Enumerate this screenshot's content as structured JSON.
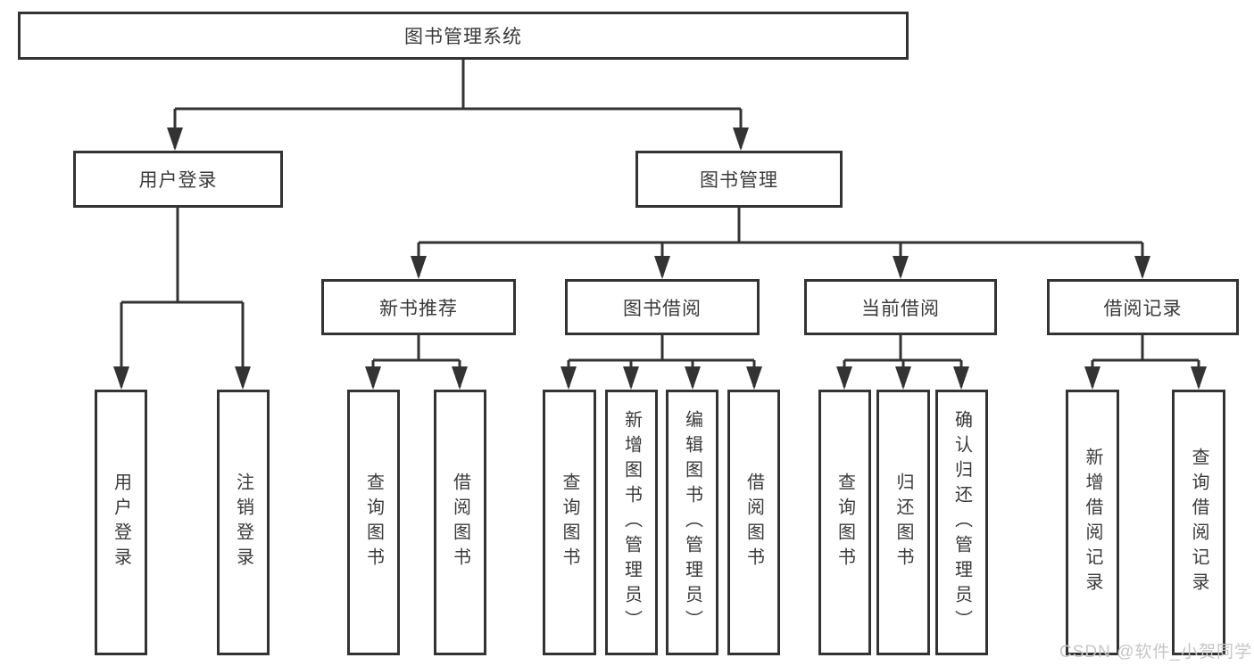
{
  "diagram": {
    "root": {
      "label": "图书管理系统"
    },
    "level2": [
      {
        "label": "用户登录"
      },
      {
        "label": "图书管理"
      }
    ],
    "level3": [
      {
        "label": "新书推荐"
      },
      {
        "label": "图书借阅"
      },
      {
        "label": "当前借阅"
      },
      {
        "label": "借阅记录"
      }
    ],
    "leaves": {
      "user_login": [
        "用户登录",
        "注销登录"
      ],
      "new_books": [
        "查询图书",
        "借阅图书"
      ],
      "borrow": [
        "查询图书",
        "新增图书（管理员）",
        "编辑图书（管理员）",
        "借阅图书"
      ],
      "current": [
        "查询图书",
        "归还图书",
        "确认归还（管理员）"
      ],
      "records": [
        "新增借阅记录",
        "查询借阅记录"
      ]
    }
  },
  "watermark": {
    "text": "CSDN @软件_小贺同学"
  },
  "colors": {
    "line": "#333333",
    "text": "#3a3a3a",
    "watermark": "#c6c6c6",
    "background": "#ffffff"
  }
}
